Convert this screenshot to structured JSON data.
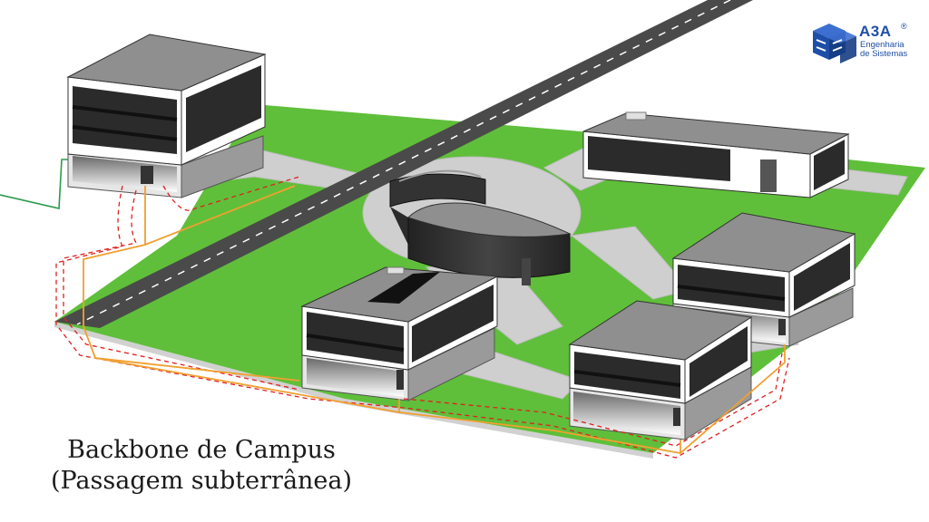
{
  "logo": {
    "brand": "A3A",
    "registered_mark": "®",
    "tagline_line1": "Engenharia",
    "tagline_line2": "de Sistemas",
    "brand_color": "#1e4fa8"
  },
  "caption": {
    "line1": "Backbone de Campus",
    "line2": "(Passagem subterrânea)"
  },
  "colors": {
    "grass": "#5fbf3a",
    "pavement": "#c9c9c9",
    "road": "#4a4a4a",
    "roof": "#8f8f8f",
    "facade_band": "#2b2b2b",
    "fiber_cable": "#f0a030",
    "conduit_outline": "#e02020",
    "external_link": "#2a9a4a"
  },
  "legend_icons": [
    "building-icon",
    "road-icon",
    "fiber-cable-icon",
    "conduit-icon"
  ]
}
